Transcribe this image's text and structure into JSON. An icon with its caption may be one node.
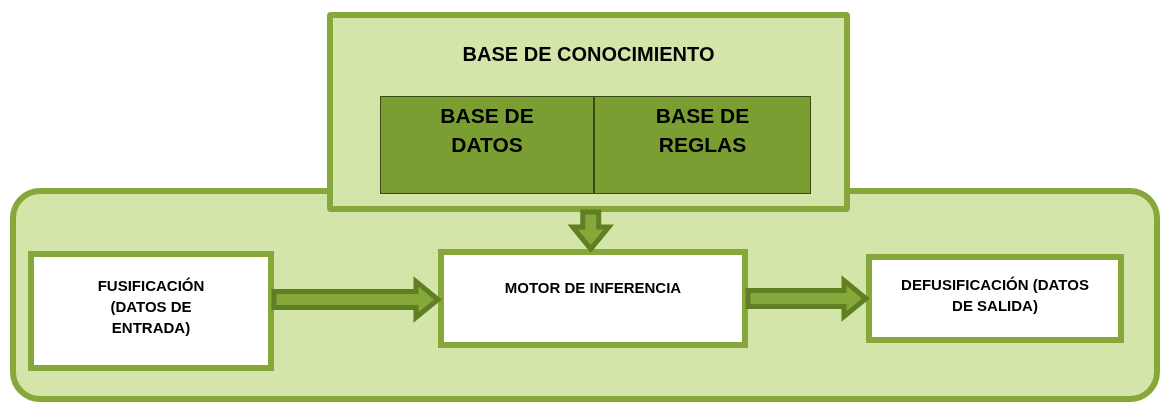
{
  "diagram": {
    "nodes": [
      {
        "text": [
          "BASE DE CONOCIMIENTO"
        ]
      },
      {
        "text": [
          "BASE DE DATOS"
        ],
        "in": 0
      },
      {
        "text": [
          "BASE DE REGLAS"
        ],
        "in": 0
      },
      {
        "text": [],
        "shape": "box"
      },
      {
        "text": [
          "FUSIFICACIÓN (DATOS DE ENTRADA)"
        ],
        "in": 3
      },
      {
        "text": [
          "MOTOR DE INFERENCIA"
        ],
        "in": 3
      },
      {
        "text": [
          "DEFUSIFICACIÓN (DATOS DE SALIDA)"
        ],
        "in": 3
      }
    ],
    "edges": [
      {
        "from": 0,
        "to": 5,
        "arrow": "to"
      },
      {
        "from": 4,
        "to": 5,
        "arrow": "to"
      },
      {
        "from": 5,
        "to": 6,
        "arrow": "to"
      }
    ]
  }
}
